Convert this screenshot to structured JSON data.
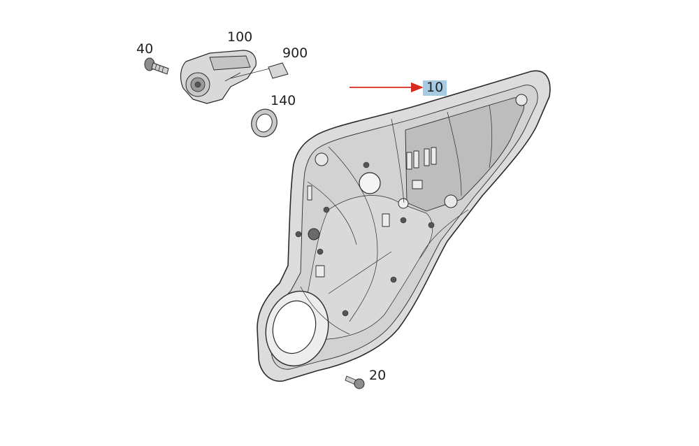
{
  "diagram": {
    "callouts": [
      {
        "id": "40",
        "label": "40"
      },
      {
        "id": "100",
        "label": "100"
      },
      {
        "id": "900",
        "label": "900"
      },
      {
        "id": "140",
        "label": "140"
      },
      {
        "id": "10",
        "label": "10",
        "highlighted": true
      },
      {
        "id": "20",
        "label": "20"
      }
    ],
    "colors": {
      "panel_fill": "#dcdcdc",
      "panel_dark": "#b9b9b9",
      "line": "#2a2a2a",
      "highlight": "#a7cbe3",
      "arrow": "#d62a1e"
    }
  }
}
